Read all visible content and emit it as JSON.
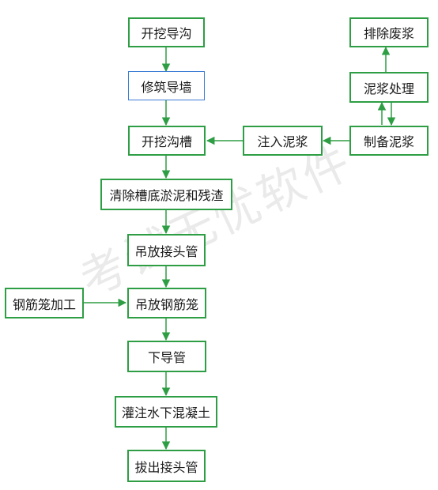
{
  "diagram": {
    "nodes": {
      "kaiwa_daogou": "开挖导沟",
      "xiuzhu_daoqiang": "修筑导墙",
      "kaiwa_gouchao": "开挖沟槽",
      "qingchu": "清除槽底淤泥和残渣",
      "diaofang_jietouguan": "吊放接头管",
      "diaofang_gangjinlong": "吊放钢筋笼",
      "xia_daoguan": "下导管",
      "guanzhu": "灌注水下混凝土",
      "bachu_jietouguan": "拔出接头管",
      "gangjinlong_jiagong": "钢筋笼加工",
      "zhuru_nijiang": "注入泥浆",
      "zhibei_nijiang": "制备泥浆",
      "nijiang_chuli": "泥浆处理",
      "paichu_feijiang": "排除废浆"
    },
    "colors": {
      "line": "#2e9e44",
      "highlight_border": "#3a7bd5"
    }
  },
  "watermark": "考试无忧软件"
}
